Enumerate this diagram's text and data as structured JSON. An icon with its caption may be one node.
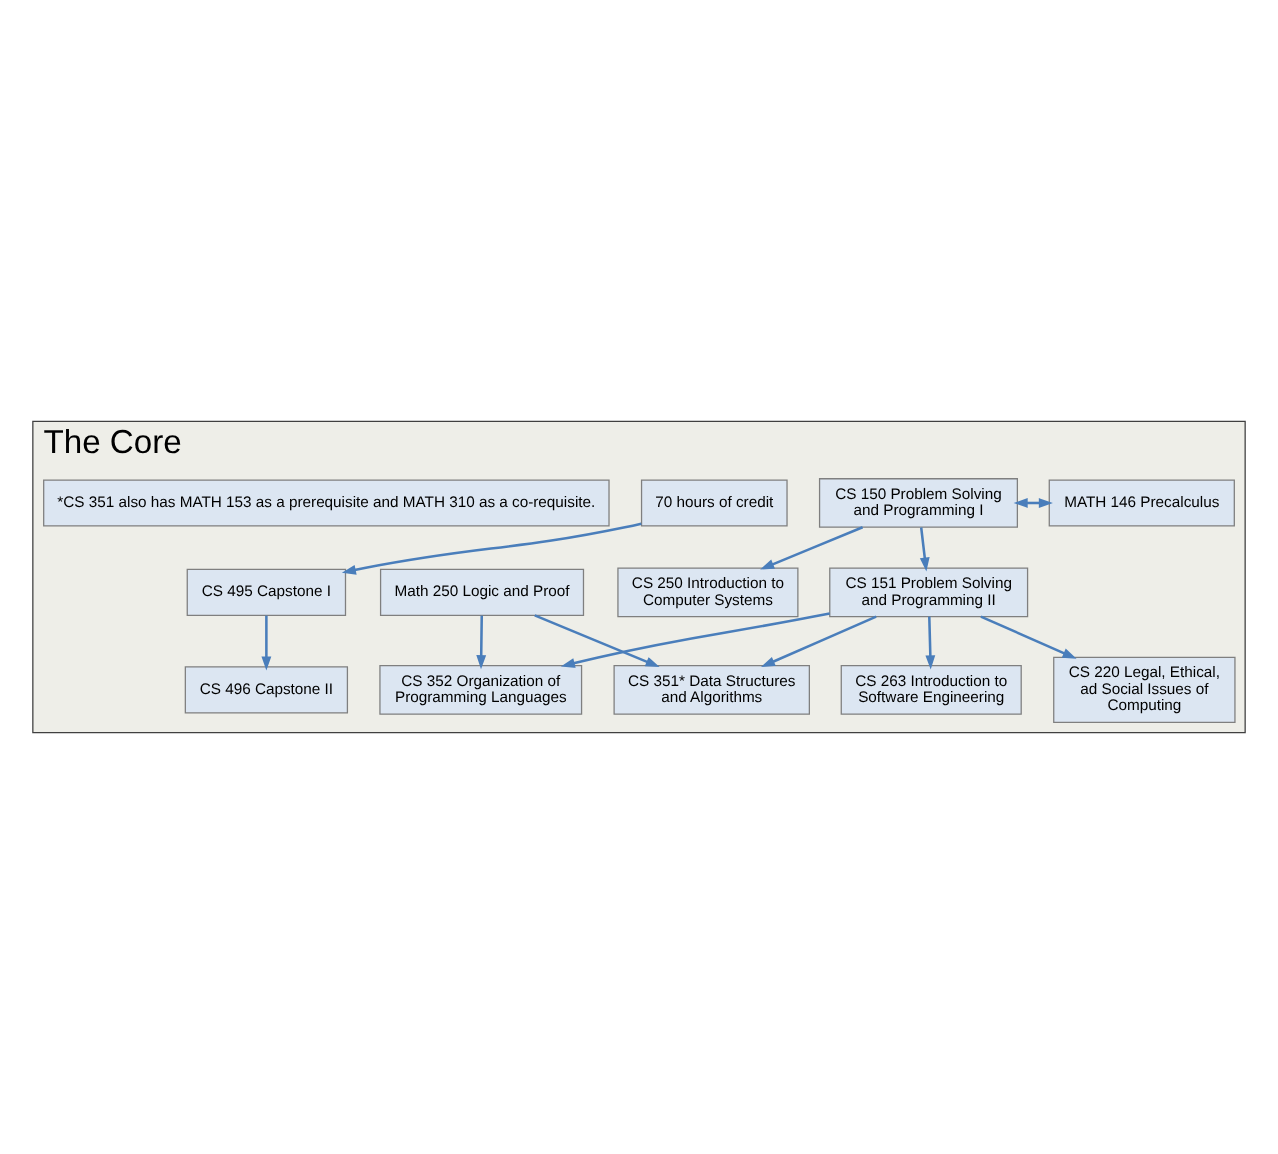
{
  "diagram": {
    "nodes": [
      {
        "text": [
          "The Core"
        ]
      },
      {
        "text": [
          "CS 150 Problem Solving and Programming I"
        ],
        "in": 0
      },
      {
        "text": [
          "MATH 146 Precalculus"
        ],
        "in": 0
      },
      {
        "text": [
          "70 hours of credit"
        ],
        "in": 0
      },
      {
        "text": [
          "CS 495 Capstone I"
        ],
        "in": 0
      },
      {
        "text": [
          "CS 250 Introduction to Computer Systems"
        ],
        "in": 0
      },
      {
        "text": [
          "CS 151 Problem Solving and Programming II"
        ],
        "in": 0
      },
      {
        "text": [
          "CS 496 Capstone II"
        ],
        "in": 0
      },
      {
        "text": [
          "Math 250 Logic and Proof"
        ],
        "in": 0
      },
      {
        "text": [
          "CS 220 Legal, Ethical, ad Social Issues of Computing"
        ],
        "in": 0
      },
      {
        "text": [
          "CS 351* Data Structures and Algorithms"
        ],
        "in": 0
      },
      {
        "text": [
          "CS 263 Introduction to Software Engineering"
        ],
        "in": 0
      },
      {
        "text": [
          "CS 352 Organization of Programming Languages"
        ],
        "in": 0
      },
      {
        "text": [
          "*CS 351 also has MATH 153 as a prerequisite and MATH 310 as a co-requisite."
        ],
        "in": 0
      }
    ],
    "edges": [
      {
        "from": 3,
        "to": 4,
        "arrow": "to"
      },
      {
        "from": 4,
        "to": 7,
        "arrow": "to"
      },
      {
        "from": 1,
        "to": 2,
        "arrow": "both"
      },
      {
        "from": 1,
        "to": 5,
        "arrow": "to"
      },
      {
        "from": 1,
        "to": 6,
        "arrow": "to"
      },
      {
        "from": 6,
        "to": 9,
        "arrow": "to"
      },
      {
        "from": 6,
        "to": 11,
        "arrow": "to"
      },
      {
        "from": 6,
        "to": 10,
        "arrow": "to"
      },
      {
        "from": 6,
        "to": 12,
        "arrow": "to"
      },
      {
        "from": 8,
        "to": 10,
        "arrow": "to"
      },
      {
        "from": 8,
        "to": 12,
        "arrow": "to"
      }
    ]
  }
}
